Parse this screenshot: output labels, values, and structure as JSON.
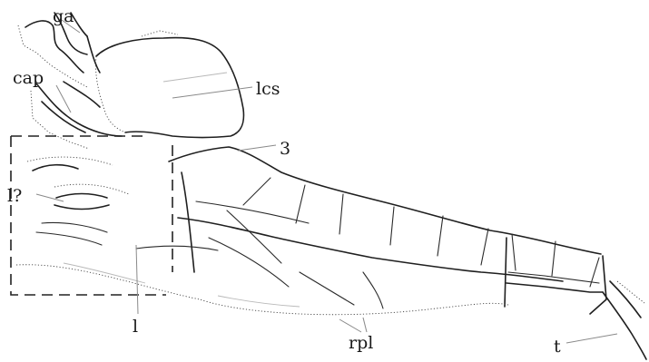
{
  "labels": {
    "ga": "ga",
    "cap": "cap",
    "lcs": "lcs",
    "three": "3",
    "l_query": "l?",
    "l": "l",
    "rpl": "rpl",
    "t": "t"
  }
}
